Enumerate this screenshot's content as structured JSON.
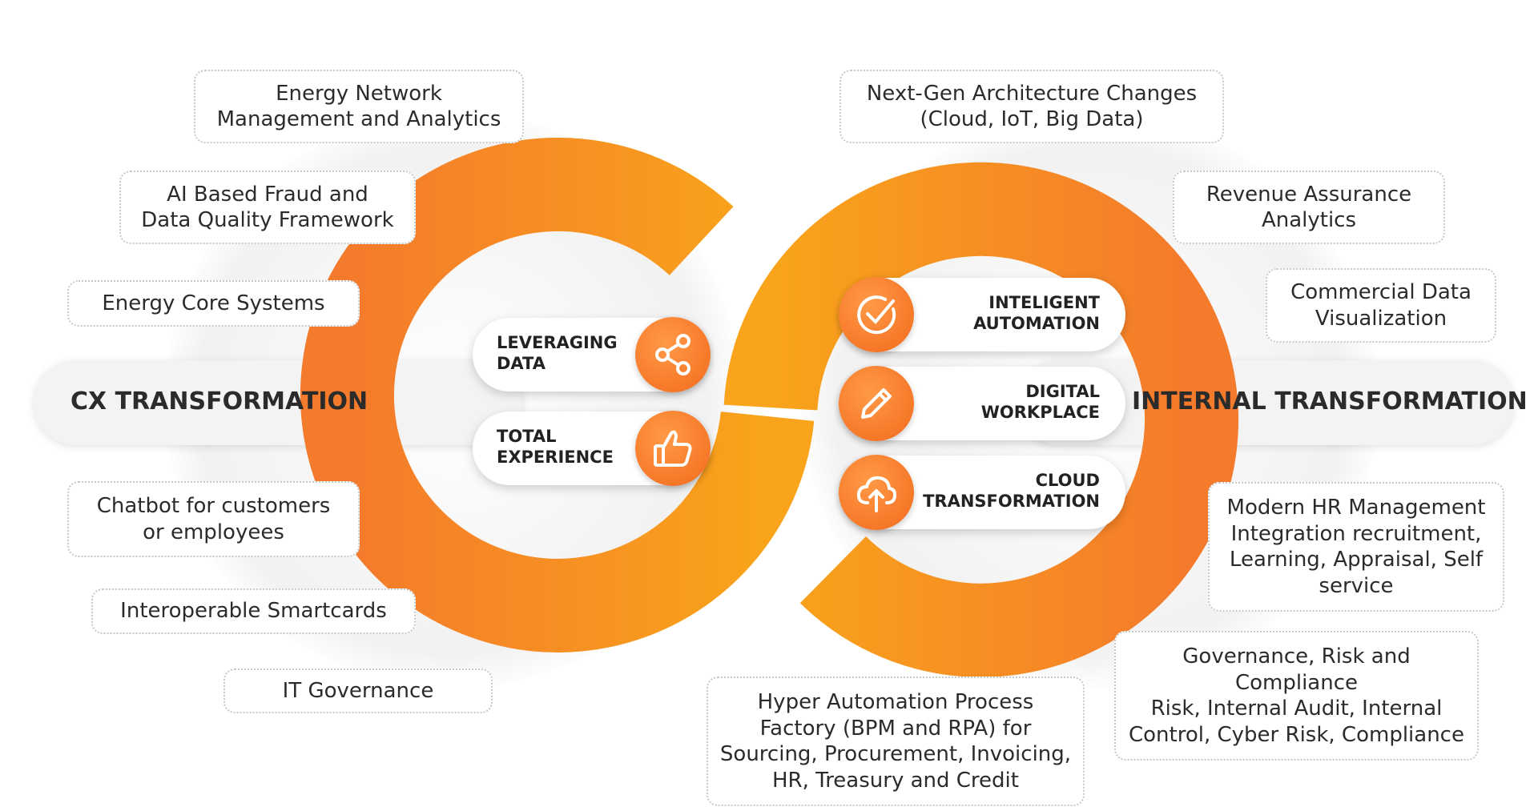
{
  "colors": {
    "orange_dark": "#F26A1C",
    "orange_light": "#F9A41A",
    "text": "#2B2B2B"
  },
  "left_band": {
    "title": "CX TRANSFORMATION"
  },
  "right_band": {
    "title": "INTERNAL TRANSFORMATION"
  },
  "left_items": [
    "Energy Network\nManagement and Analytics",
    "AI Based Fraud and\nData Quality Framework",
    "Energy Core Systems",
    "Chatbot for customers\nor employees",
    "Interoperable Smartcards",
    "IT Governance"
  ],
  "right_items": [
    "Next-Gen Architecture Changes\n(Cloud, IoT, Big Data)",
    "Revenue Assurance\nAnalytics",
    "Commercial Data\nVisualization",
    "Modern HR Management\nIntegration recruitment,\nLearning, Appraisal, Self\nservice",
    "Governance, Risk and\nCompliance\nRisk, Internal Audit, Internal\nControl, Cyber Risk, Compliance",
    "Hyper Automation Process\nFactory (BPM and RPA) for\nSourcing, Procurement, Invoicing,\nHR, Treasury and Credit"
  ],
  "left_pills": [
    {
      "label": "LEVERAGING\nDATA",
      "icon": "share-icon"
    },
    {
      "label": "TOTAL\nEXPERIENCE",
      "icon": "thumbs-up-icon"
    }
  ],
  "right_pills": [
    {
      "label": "INTELIGENT\nAUTOMATION",
      "icon": "check-circle-icon"
    },
    {
      "label": "DIGITAL\nWORKPLACE",
      "icon": "pencil-icon"
    },
    {
      "label": "CLOUD\nTRANSFORMATION",
      "icon": "cloud-upload-icon"
    }
  ]
}
